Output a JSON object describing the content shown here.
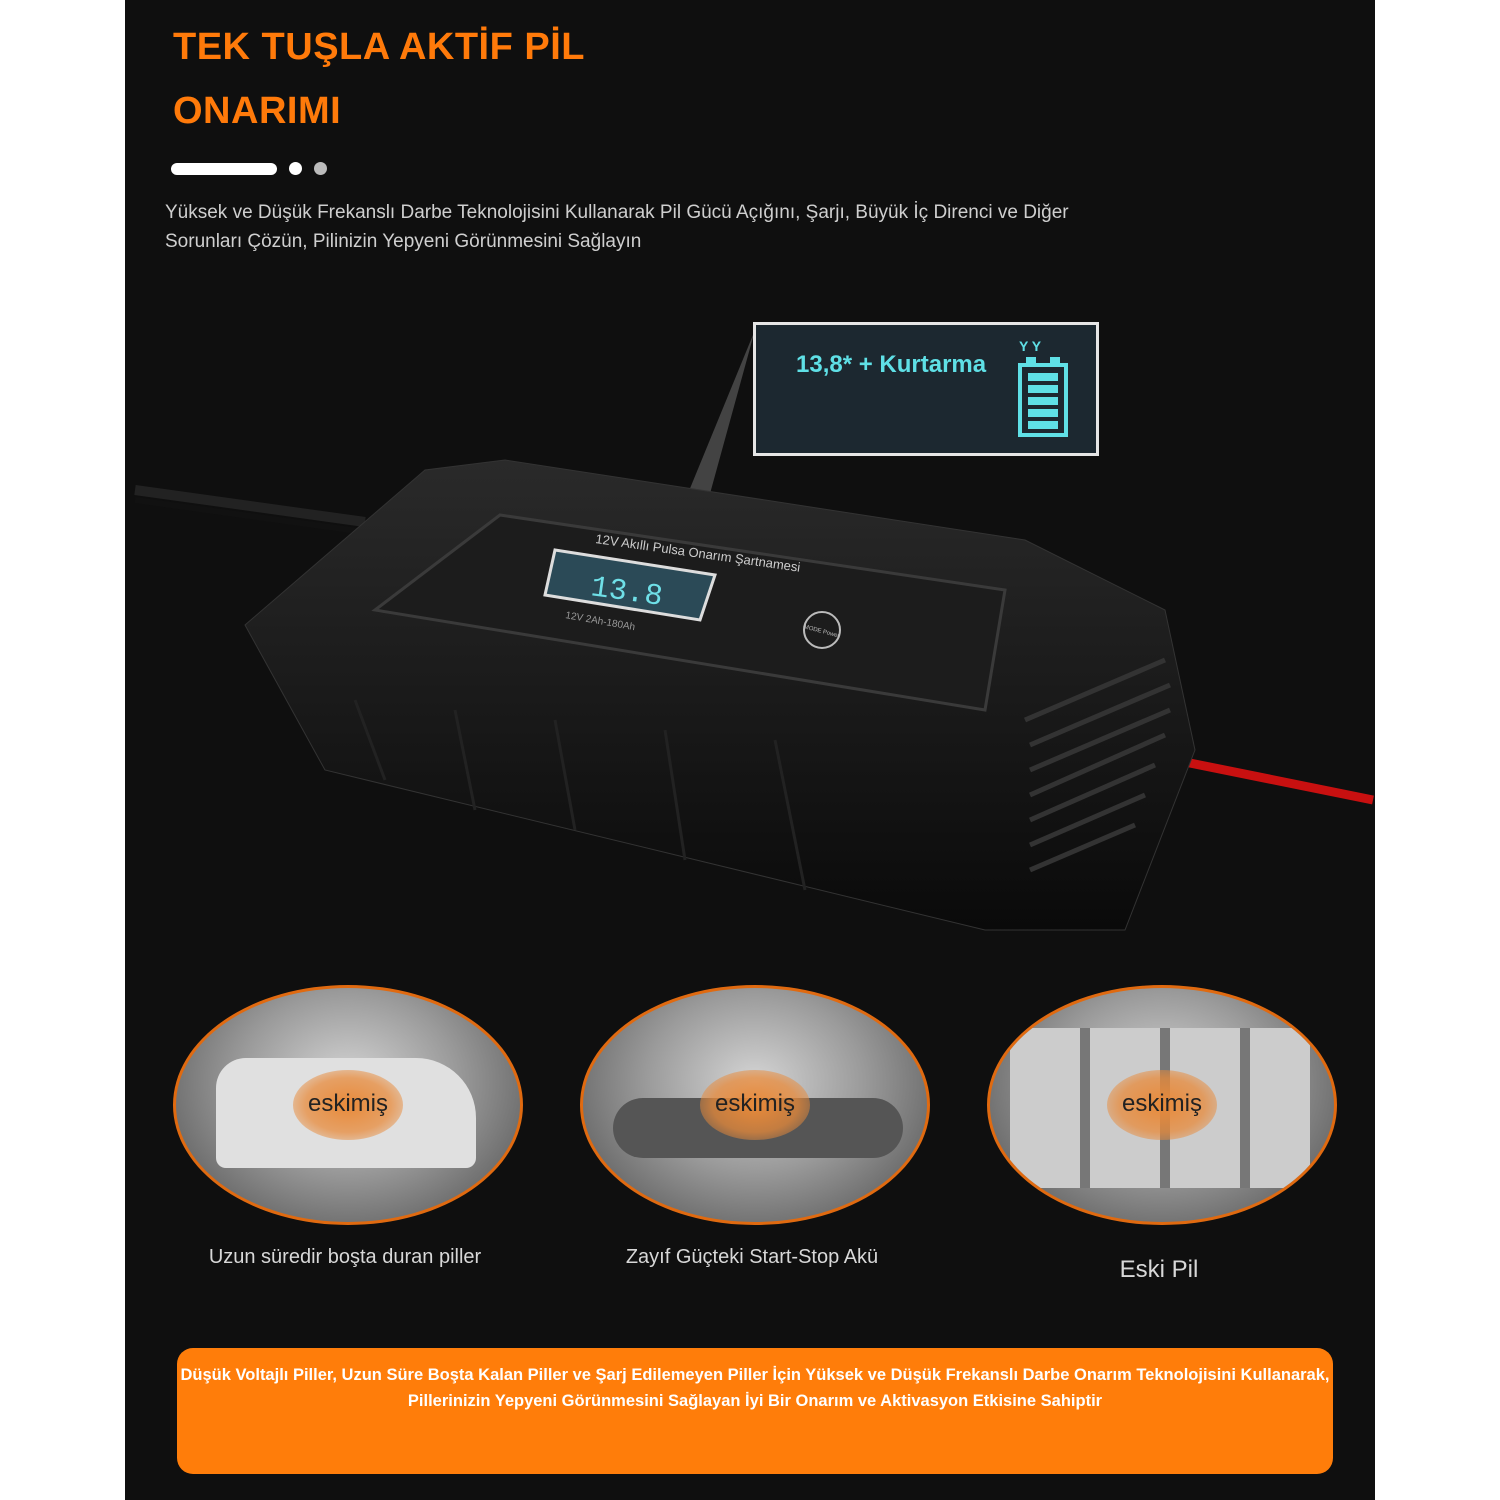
{
  "header": {
    "title_line1": "TEK TUŞLA AKTİF PİL",
    "title_line2": "ONARIMI",
    "pager": {
      "total": 3,
      "active": 1
    }
  },
  "description": "Yüksek ve Düşük Frekanslı Darbe Teknolojisini Kullanarak Pil Gücü Açığını, Şarjı, Büyük İç Direnci ve Diğer Sorunları Çözün, Pilinizin Yepyeni Görünmesini Sağlayın",
  "callout": {
    "text": "13,8* + Kurtarma",
    "battery_icon": "battery-level-icon",
    "accent": "#5fe0e6"
  },
  "device": {
    "spec_label": "12V Akıllı Pulsa Onarım Şartnamesi",
    "display_value": "13.8",
    "capacity": "12V 2Ah-180Ah",
    "mode_button": "MODE Power"
  },
  "examples": [
    {
      "badge": "eskimiş",
      "caption": "Uzun süredir boşta duran piller"
    },
    {
      "badge": "eskimiş",
      "caption": "Zayıf Güçteki Start-Stop Akü"
    },
    {
      "badge": "eskimiş",
      "caption": "Eski Pil"
    }
  ],
  "banner": {
    "line1": "Düşük Voltajlı Piller, Uzun Süre Boşta Kalan Piller ve Şarj Edilemeyen Piller İçin Yüksek ve Düşük Frekanslı Darbe Onarım Teknolojisini Kullanarak,",
    "line2": "Pillerinizin Yepyeni Görünmesini Sağlayan İyi Bir Onarım ve Aktivasyon Etkisine Sahiptir"
  },
  "colors": {
    "accent": "#ff7a0a",
    "background": "#0f0f0f",
    "banner": "#ff7d0a"
  }
}
